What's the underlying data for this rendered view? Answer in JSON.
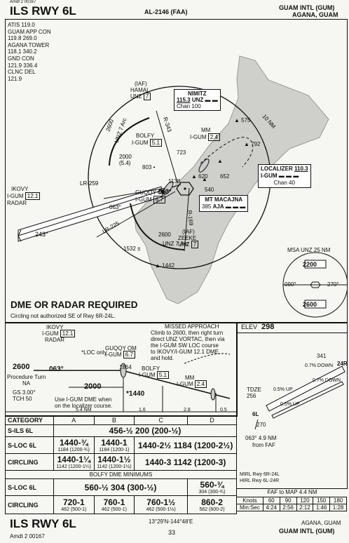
{
  "top": {
    "amdt_top": "Amdt 2 00167",
    "title": "ILS RWY 6L",
    "al_number": "AL-2146 (FAA)",
    "airport": "GUAM INTL (GUM)",
    "city": "AGANA, GUAM"
  },
  "comms": [
    "ATIS 119.0",
    "GUAM APP CON",
    "119.8 269.0",
    "AGANA TOWER",
    "118.1 340.2",
    "GND CON",
    "121.9 336.4",
    "CLNC DEL",
    "121.9"
  ],
  "plan": {
    "hamal": {
      "role": "(IAF)",
      "name": "HAMAL",
      "dme": "UNZ",
      "dist": "7"
    },
    "nimitz": {
      "name": "NIMITZ",
      "freq": "115.3",
      "id": "UNZ",
      "chan": "Chan 100"
    },
    "bolfy": {
      "name": "BOLFY",
      "id": "I-GUM",
      "dist": "5.1"
    },
    "mm": {
      "name": "MM",
      "id": "I-GUM",
      "dist": "2.4"
    },
    "guqqy": {
      "name": "GUQQY OM",
      "id": "I-GUM",
      "dist": "6.7"
    },
    "ikovy": {
      "name": "IKOVY",
      "id": "I-GUM",
      "dist": "12.1",
      "radar": "RADAR"
    },
    "zeeke": {
      "role": "(IAF)",
      "name": "ZEEKE",
      "id": "UNZ",
      "dist": "7"
    },
    "localizer": {
      "title": "LOCALIZER",
      "freq": "110.3",
      "id": "I-GUM",
      "chan": "Chan 40"
    },
    "macajna": {
      "name": "MT MACAJNA",
      "freq": "385",
      "id": "AJA"
    },
    "radials": [
      "R-343",
      "R-169",
      "LR-259",
      "LR-225"
    ],
    "courses": [
      "063°",
      "243°",
      "063°"
    ],
    "arcs": [
      "2600",
      "UNZ 7 Arc",
      "2600",
      "UNZ 7 Arc"
    ],
    "alt_2000": "2000",
    "alt_54": "(5.4)",
    "ten_nm": "10 NM",
    "elevations": [
      "575",
      "723",
      "803",
      "652",
      "620",
      "540",
      "792",
      "1138",
      "1532",
      "1442"
    ],
    "msa": {
      "title": "MSA UNZ 25 NM",
      "n": "2200",
      "s": "2600",
      "w": "090°",
      "e": "270°"
    },
    "dme_required": "DME OR RADAR REQUIRED",
    "circling_note": "Circling not authorized SE of Rwy 6R-24L."
  },
  "profile": {
    "ikovy": "IKOVY",
    "ikovy_id": "I-GUM",
    "ikovy_dist": "12.1",
    "radar": "RADAR",
    "loc_only": "*LOC only",
    "guqqy": "GUQQY OM",
    "guqqy_id": "I-GUM",
    "guqqy_dist": "6.7",
    "bolfy": "BOLFY",
    "bolfy_id": "I-GUM",
    "bolfy_dist": "5.1",
    "mm": "MM",
    "mm_id": "I-GUM",
    "mm_dist": "2.4",
    "alt_2600": "2600",
    "crs_063": "063°",
    "alt_2000": "2000",
    "alt_1864": "1864",
    "alt_1440": "*1440",
    "pt_na": [
      "Procedure Turn",
      "NA"
    ],
    "gs": "GS 3.00°",
    "tch": "TCH 50",
    "dme_note": [
      "Use I-GUM DME when",
      "on the localizer course."
    ],
    "dist": [
      "5.4 NM",
      "1.6",
      "2.8",
      "0.5"
    ],
    "missed_title": "MISSED APPROACH",
    "missed_text": [
      "Climb to 2600, then right turn",
      "direct UNZ VORTAC, then via",
      "the I-GUM SW LOC course",
      "to IKOVY/I-GUM 12.1 DME",
      "and hold."
    ]
  },
  "airport_diag": {
    "elev_label": "ELEV",
    "elev": "298",
    "tdze_label": "TDZE",
    "tdze": "256",
    "rwy_a": "6L",
    "rwy_b": "24R",
    "thr": "341",
    "thr2": "270",
    "down1": "0.7% DOWN",
    "down2": "0.7% DOWN",
    "up1": "0.5% UP",
    "up2": "0.5% UP",
    "heading_note": [
      "063° 4.9 NM",
      "from FAF"
    ],
    "lights": [
      "MIRL Rwy 6R-24L",
      "HIRL Rwy 6L-24R"
    ]
  },
  "minimums": {
    "headers": [
      "CATEGORY",
      "A",
      "B",
      "C",
      "D"
    ],
    "rows": [
      {
        "label": "S-ILS 6L",
        "cells": [
          "456-½ 200 (200-½)"
        ]
      },
      {
        "label": "S-LOC 6L",
        "cells": [
          "1440-¾",
          "1440-1",
          "1440-2½ 1184 (1200-2½)"
        ],
        "sub": [
          "1184 (1200-¾)",
          "1184 (1200-1)"
        ]
      },
      {
        "label": "CIRCLING",
        "cells": [
          "1440-1¼",
          "1440-1½",
          "1440-3 1142 (1200-3)"
        ],
        "sub": [
          "1142 (1200-1¼)",
          "1142 (1200-1½)"
        ]
      },
      {
        "label": "BOLFY DME MINIMUMS",
        "cells": []
      },
      {
        "label": "S-LOC 6L",
        "cells": [
          "560-½ 304 (300-½)",
          "560-¾"
        ],
        "sub": [
          "304 (300-¾)"
        ]
      },
      {
        "label": "CIRCLING",
        "cells": [
          "720-1",
          "760-1",
          "760-1½",
          "860-2"
        ],
        "sub": [
          "462 (500-1)",
          "462 (500-1)",
          "462 (500-1½)",
          "562 (600-2)"
        ]
      }
    ]
  },
  "faf_table": {
    "title": "FAF to MAP 4.4 NM",
    "knots": [
      "Knots",
      "60",
      "90",
      "120",
      "150",
      "180"
    ],
    "minsec": [
      "Min:Sec",
      "4:24",
      "2:56",
      "2:12",
      "1:46",
      "1:28"
    ]
  },
  "bottom": {
    "title": "ILS RWY 6L",
    "coords": "13°29'N-144°48'E",
    "city": "AGANA, GUAM",
    "airport": "GUAM INTL (GUM)",
    "amdt": "Amdt 2 00167",
    "page": "33"
  }
}
